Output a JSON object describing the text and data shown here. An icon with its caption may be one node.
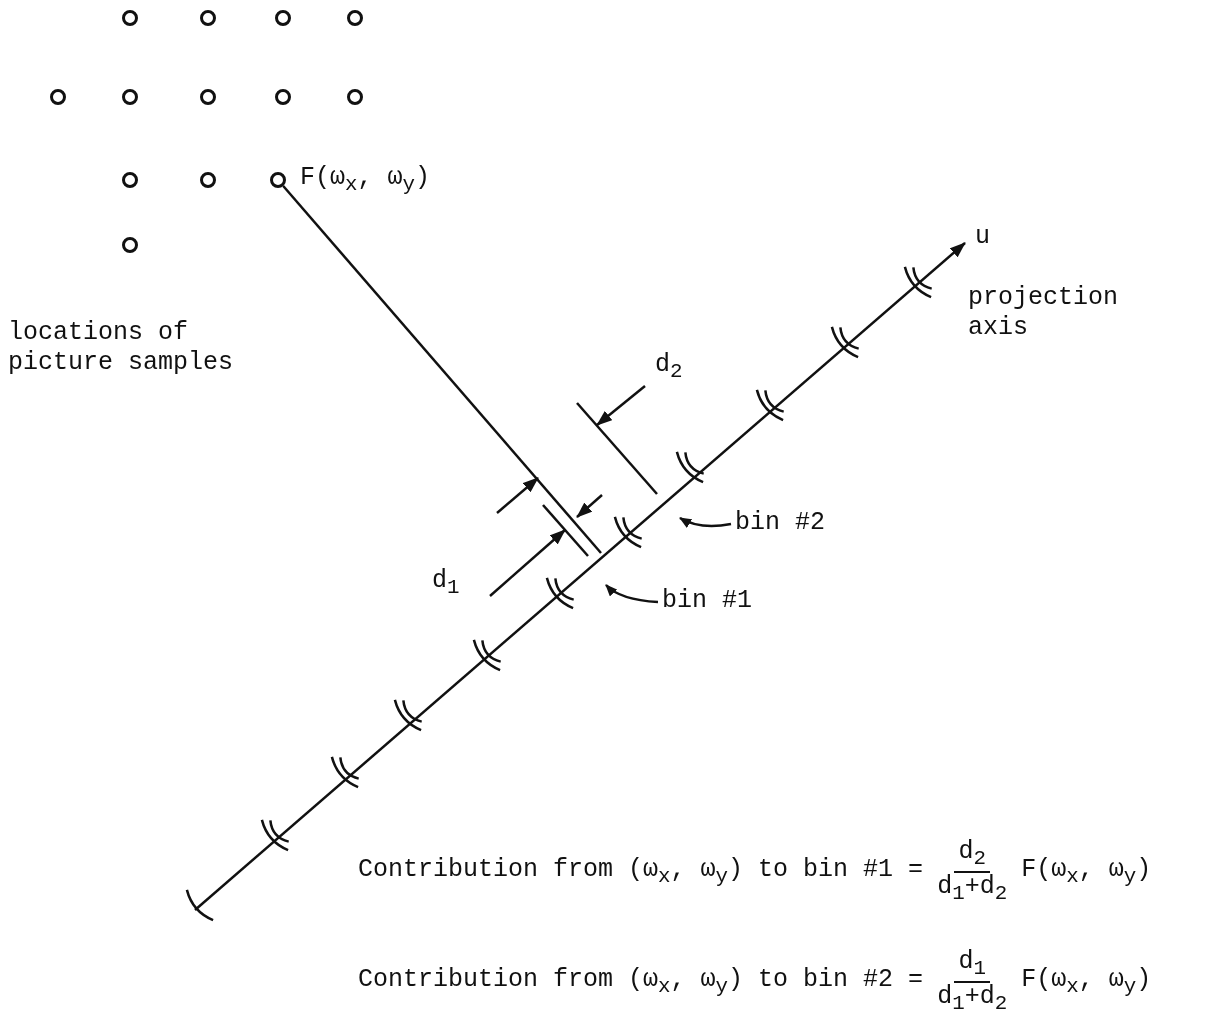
{
  "diagram": {
    "nodes": [
      {
        "text": [],
        "shape": "circle"
      },
      {
        "text": [],
        "shape": "circle"
      },
      {
        "text": [],
        "shape": "circle"
      },
      {
        "text": [],
        "shape": "circle"
      },
      {
        "text": [],
        "shape": "circle"
      },
      {
        "text": [],
        "shape": "circle"
      },
      {
        "text": [],
        "shape": "circle"
      },
      {
        "text": [],
        "shape": "circle"
      },
      {
        "text": [],
        "shape": "circle"
      },
      {
        "text": [],
        "shape": "circle"
      },
      {
        "text": [],
        "shape": "circle"
      },
      {
        "text": [],
        "shape": "circle",
        "beside": [
          "F(ω$_{x}$, ω$_{y}$)"
        ]
      },
      {
        "text": [],
        "shape": "circle"
      },
      {
        "text": [
          "bin #2"
        ]
      },
      {
        "text": [
          "bin #1"
        ]
      }
    ],
    "edges": [
      {
        "from": 11,
        "to": null,
        "arrow": "none"
      },
      {
        "from": 13,
        "to": null,
        "arrow": "to"
      },
      {
        "from": 14,
        "to": null,
        "arrow": "to"
      }
    ],
    "labels": [
      "locations of picture samples",
      "u",
      "projection axis",
      "d$_{2}$",
      "d$_{1}$",
      "Contribution from (ω$_{x}$, ω$_{y}$) to bin #1 =",
      "d$_{2}$",
      "d$_{1}$+d$_{2}$",
      "F(ω$_{x}$, ω$_{y}$)",
      "Contribution from (ω$_{x}$, ω$_{y}$) to bin #2 =",
      "d$_{1}$",
      "d$_{1}$+d$_{2}$",
      "F(ω$_{x}$, ω$_{y}$)"
    ]
  }
}
